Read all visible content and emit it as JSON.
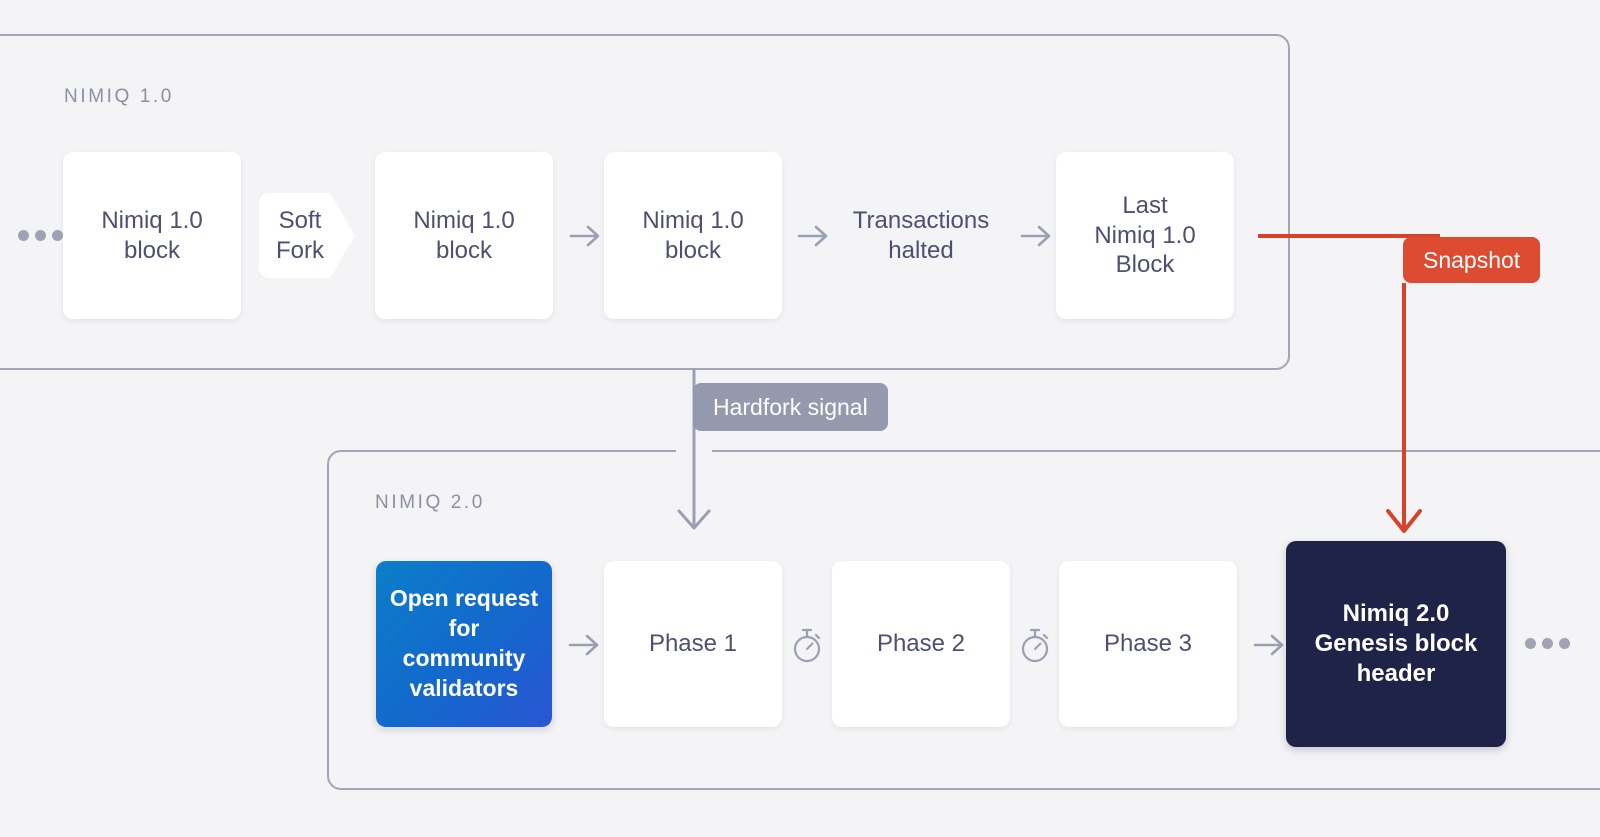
{
  "diagram": {
    "title": "Nimiq 1.0 to Nimiq 2.0 migration timeline",
    "background_color": "#f4f4f6",
    "colors": {
      "border_gray": "#a1a6b6",
      "text_slate": "#4d5070",
      "label_gray": "#8b90a2",
      "arrow_gray": "#9a9fb1",
      "snapshot_red": "#dd4b31",
      "hardfork_gray": "#9599ad",
      "genesis_navy": "#1f2348",
      "blue_gradient_from": "#0b7ec8",
      "blue_gradient_to": "#2a55d4",
      "block_white": "#ffffff"
    }
  },
  "groups": {
    "nimiq1": {
      "label": "NIMIQ 1.0"
    },
    "nimiq2": {
      "label": "NIMIQ 2.0"
    }
  },
  "row1": {
    "leading_ellipsis": "...",
    "blocks": [
      {
        "id": "nimiq1-block-a",
        "label": "Nimiq 1.0\nblock",
        "line1": "Nimiq 1.0",
        "line2": "block",
        "style": "white"
      },
      {
        "id": "soft-fork",
        "label": "Soft\nFork",
        "line1": "Soft",
        "line2": "Fork",
        "style": "chevron"
      },
      {
        "id": "nimiq1-block-b",
        "label": "Nimiq 1.0\nblock",
        "line1": "Nimiq 1.0",
        "line2": "block",
        "style": "white"
      },
      {
        "id": "nimiq1-block-c",
        "label": "Nimiq 1.0\nblock",
        "line1": "Nimiq 1.0",
        "line2": "block",
        "style": "white"
      },
      {
        "id": "transactions-halted",
        "label": "Transactions\nhalted",
        "line1": "Transactions",
        "line2": "halted",
        "style": "plain"
      },
      {
        "id": "last-nimiq1-block",
        "label": "Last\nNimiq 1.0\nBlock",
        "line1": "Last",
        "line2": "Nimiq 1.0",
        "line3": "Block",
        "style": "white"
      }
    ]
  },
  "row2": {
    "trailing_ellipsis": "...",
    "blocks": [
      {
        "id": "open-request",
        "label": "Open request for community validators",
        "style": "blue-gradient"
      },
      {
        "id": "phase-1",
        "label": "Phase 1",
        "style": "white"
      },
      {
        "id": "phase-2",
        "label": "Phase 2",
        "style": "white"
      },
      {
        "id": "phase-3",
        "label": "Phase 3",
        "style": "white"
      },
      {
        "id": "nimiq2-genesis",
        "label": "Nimiq 2.0 Genesis block header",
        "line1": "Nimiq 2.0",
        "line2": "Genesis block",
        "line3": "header",
        "style": "dark-navy"
      }
    ]
  },
  "badges": {
    "hardfork_signal": "Hardfork signal",
    "snapshot": "Snapshot"
  },
  "connectors": {
    "arrow_right_glyph": "→",
    "stopwatch_icon": "stopwatch",
    "hardfork_arrow": "vertical-down-arrow-gray",
    "snapshot_arrow": "red-elbow-down-arrow"
  }
}
